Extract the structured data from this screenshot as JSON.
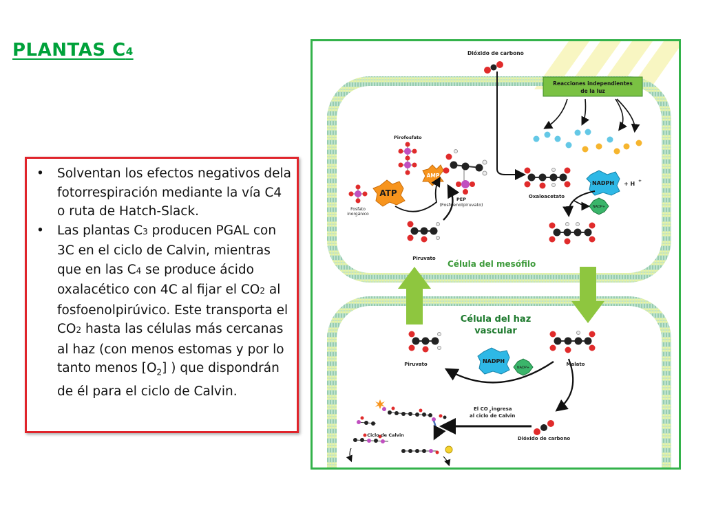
{
  "title": {
    "main": "PLANTAS C",
    "sub": "4"
  },
  "bullets": [
    {
      "marker": "•",
      "parts": [
        "Solventan los efectos negativos dela fotorrespiración mediante la vía C4 o ruta de Hatch-Slack."
      ]
    },
    {
      "marker": "•",
      "parts": [
        "Las plantas C",
        "3",
        " producen PGAL con 3C en el ciclo de Calvin, mientras que en las C",
        "4",
        " se produce ácido oxalacético con 4C al fijar el CO",
        "2",
        " al fosfoenolpirúvico. Este transporta el CO",
        "2",
        " hasta las células más cercanas al haz (con menos estomas y por lo tanto menos [O",
        "2",
        "] ) que dispondrán de él para el ciclo de Calvin."
      ]
    }
  ],
  "diagram": {
    "co2_top": "Dióxido de carbono",
    "light_box": [
      "Reacciones independientes",
      "de la luz"
    ],
    "pirofosfato": "Pirofosfato",
    "amp": "AMP",
    "atp": "ATP",
    "fosfato": [
      "Fosfato",
      "inorgánico"
    ],
    "pep": [
      "PEP",
      "(Fosfoenolpiruvato)"
    ],
    "oxaloacetato": "Oxaloacetato",
    "nadph": "NADPH",
    "h_plus": "+ H",
    "plus": "+",
    "nadp": "NADP+",
    "piruvato_top": "Piruvato",
    "mesofilo": "Célula del mesófilo",
    "haz": [
      "Célula del haz",
      "vascular"
    ],
    "piruvato_bottom": "Piruvato",
    "malato": "Malato",
    "co2_ingresa": [
      "El CO",
      "2",
      " ingresa",
      "al ciclo de Calvin"
    ],
    "co2_bottom": "Dióxido de carbono",
    "ciclo": "Ciclo de Calvin"
  },
  "colors": {
    "title": "#00a13a",
    "textbox_border": "#e0242b",
    "diagram_border": "#33b24a",
    "membrane": "#9fcfb4",
    "arrow_green": "#8ec63f",
    "light_box": "#7ac143",
    "atp": "#f7941d",
    "nadph": "#2eb8e6"
  }
}
